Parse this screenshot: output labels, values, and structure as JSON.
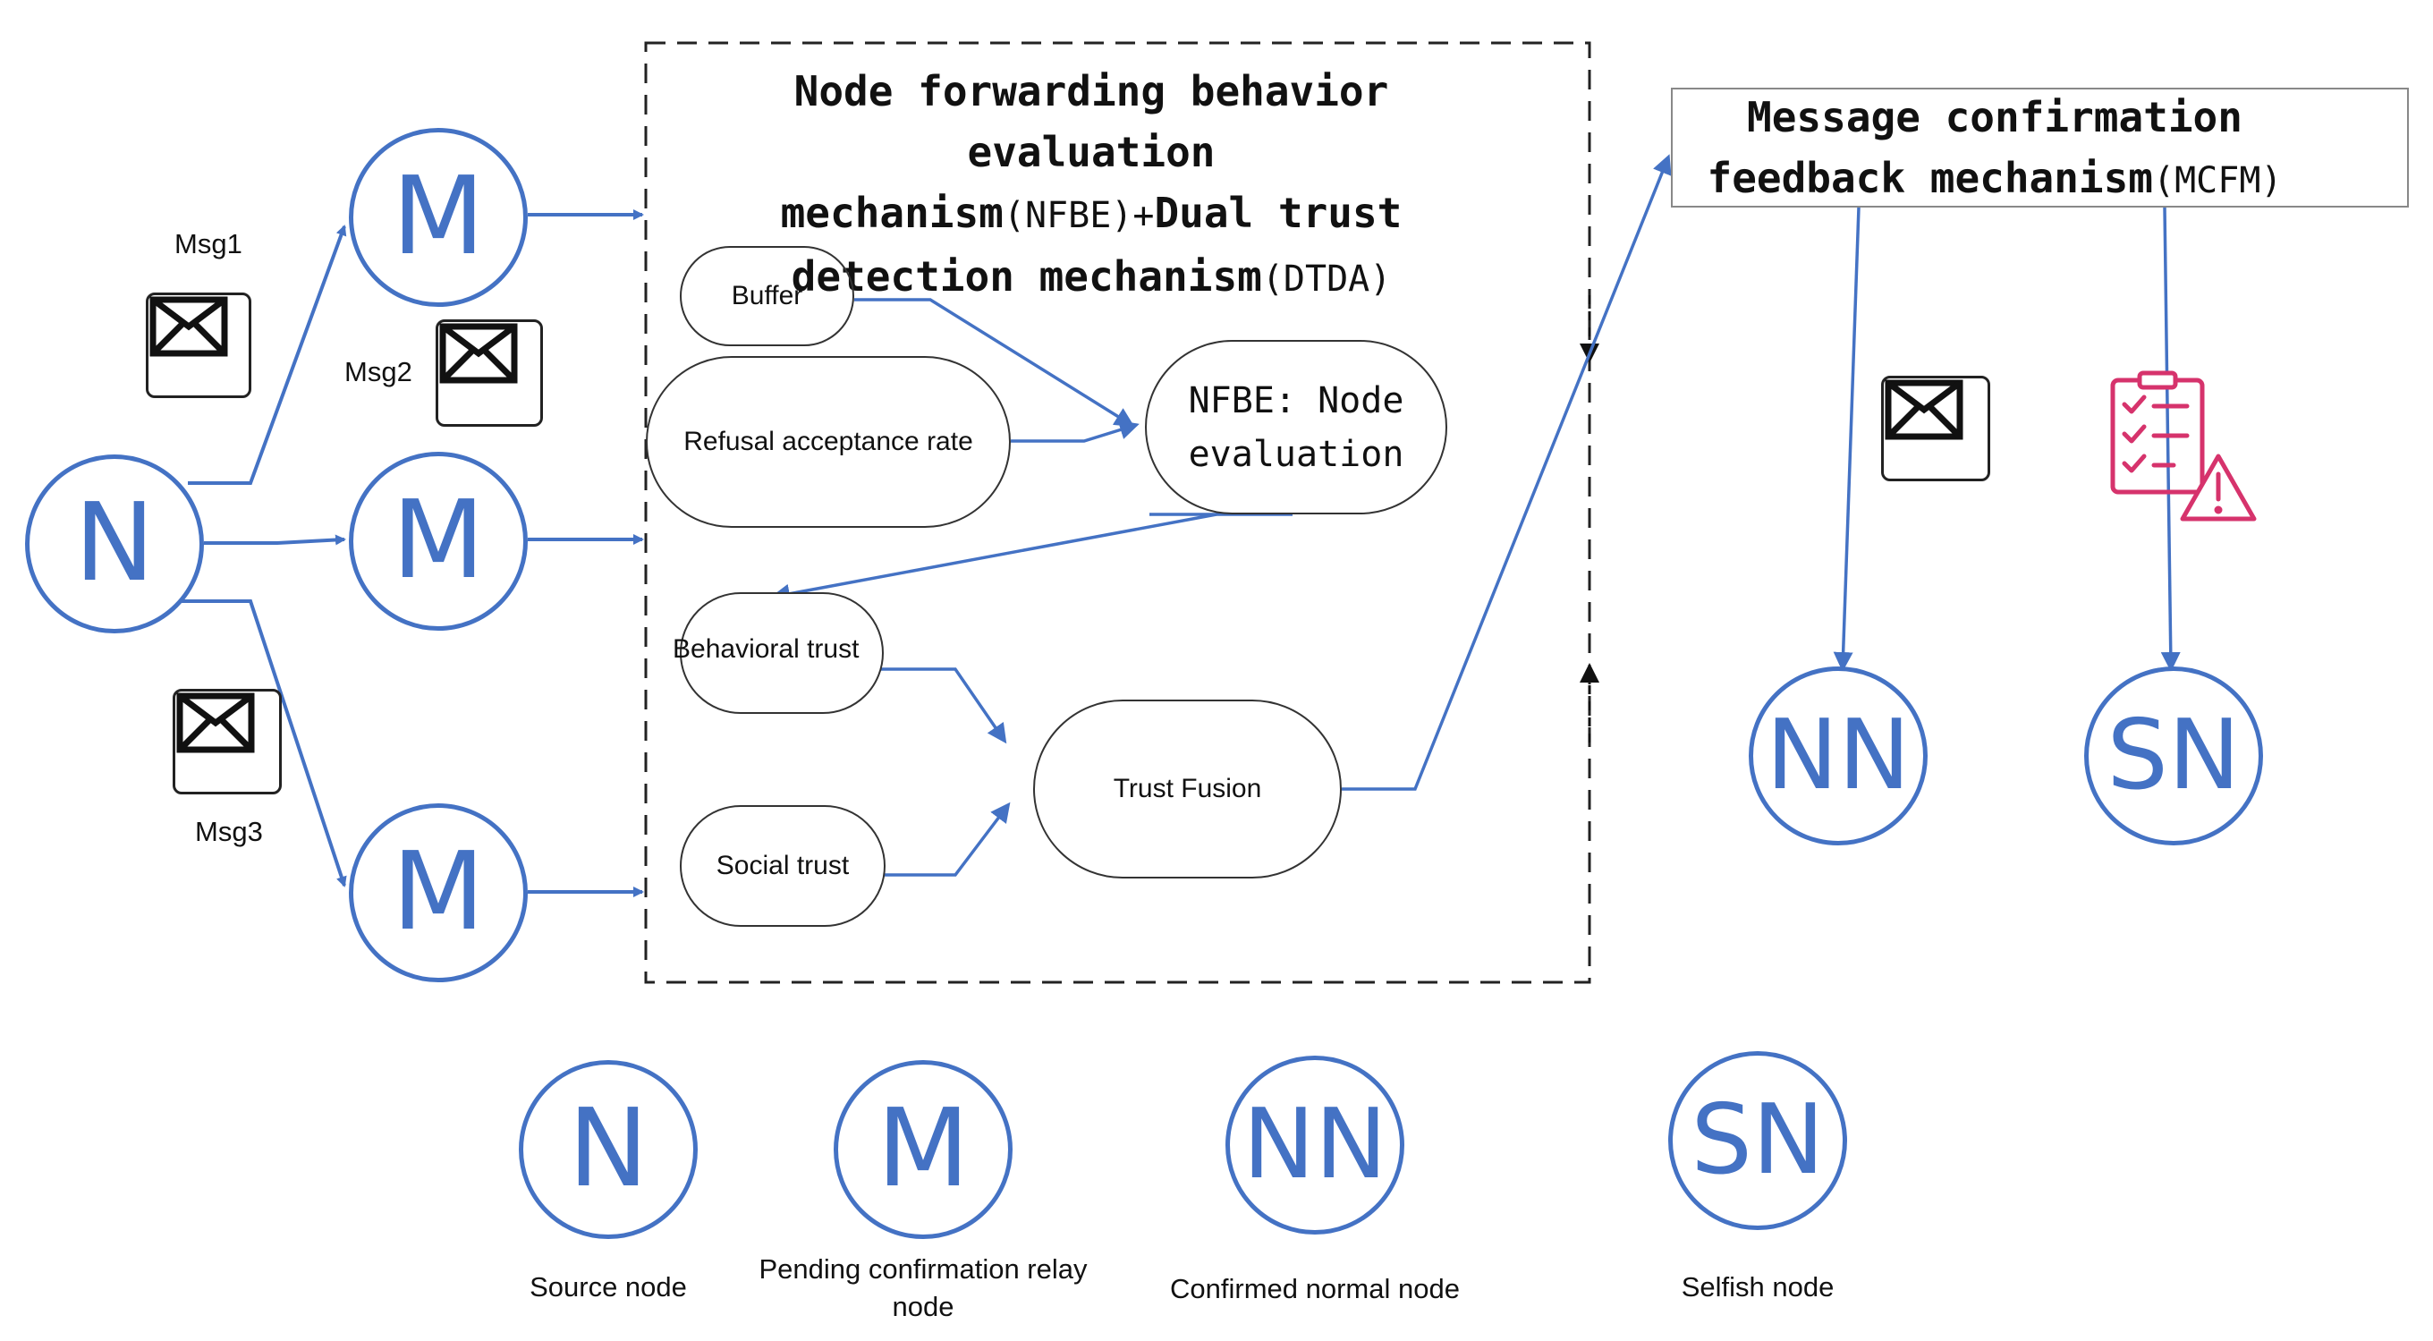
{
  "diagram": {
    "nodes": {
      "source": "N",
      "relay": "M",
      "normal": "NN",
      "selfish": "SN"
    },
    "messages": {
      "msg1": "Msg1",
      "msg2": "Msg2",
      "msg3": "Msg3"
    },
    "nfbe_box": {
      "title_line1": "Node forwarding behavior",
      "title_line2": "evaluation",
      "title_line3_a": "mechanism",
      "title_line3_b": "(NFBE)+",
      "title_line3_c": "Dual trust",
      "title_line4_a": "detection mechanism",
      "title_line4_b": "(DTDA)"
    },
    "components": {
      "buffer": "Buffer",
      "refusal": "Refusal acceptance rate",
      "nfbe_eval_line1": "NFBE: Node",
      "nfbe_eval_line2": "evaluation",
      "behavioral": "Behavioral trust",
      "social": "Social trust",
      "fusion": "Trust Fusion"
    },
    "mcfm": {
      "line1": "Message confirmation",
      "line2_a": "feedback mechanism",
      "line2_b": "(MCFM)"
    },
    "legend": [
      {
        "symbol": "N",
        "label": "Source node"
      },
      {
        "symbol": "M",
        "label": "Pending confirmation relay node"
      },
      {
        "symbol": "NN",
        "label": "Confirmed normal node"
      },
      {
        "symbol": "SN",
        "label": "Selfish node"
      }
    ],
    "colors": {
      "node_blue": "#4472c4",
      "arrow_blue": "#4472c4",
      "warning_pink": "#d6336c"
    },
    "icons": [
      "envelope-icon",
      "checklist-warning-icon"
    ]
  }
}
